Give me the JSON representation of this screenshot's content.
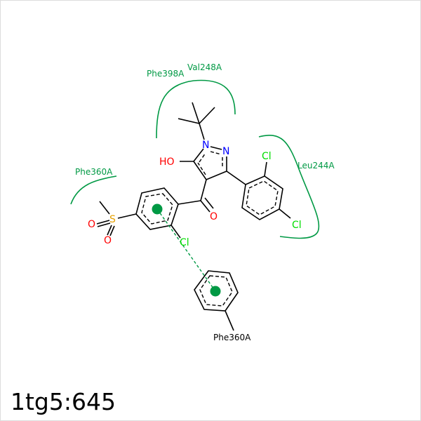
{
  "title": "1tg5:645",
  "residues": {
    "phe398": "Phe398A",
    "val248": "Val248A",
    "phe360_hydro": "Phe360A",
    "leu244": "Leu244A",
    "phe360_pi": "Phe360A"
  },
  "atoms": {
    "n1": "N",
    "n2": "N",
    "ho": "HO",
    "o_carbonyl": "O",
    "cl_a": "Cl",
    "cl_b1": "Cl",
    "cl_b2": "Cl",
    "s": "S",
    "o_s1": "O",
    "o_s2": "O"
  },
  "colors": {
    "hydrophobic": "#009944",
    "nitrogen": "#0000ff",
    "oxygen": "#ff0000",
    "chlorine": "#00dd00",
    "sulfur": "#e6a000"
  }
}
